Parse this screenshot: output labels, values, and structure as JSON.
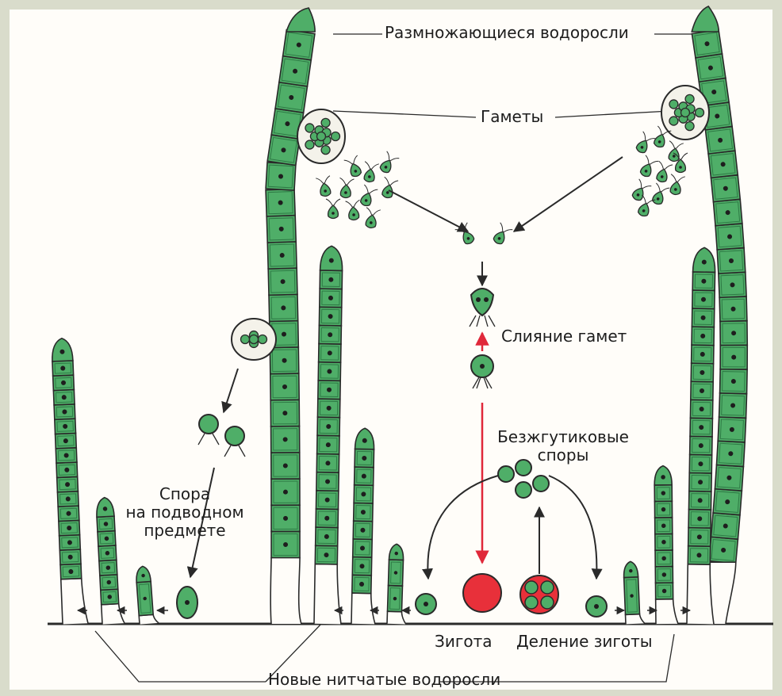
{
  "labels": {
    "reproducing_algae": "Размножающиеся водоросли",
    "gametes": "Гаметы",
    "gamete_fusion": "Слияние гамет",
    "flagellaless_spores_line1": "Безжгутиковые",
    "flagellaless_spores_line2": "споры",
    "spore_line1": "Спора",
    "spore_line2": "на подводном",
    "spore_line3": "предмете",
    "zygote": "Зигота",
    "zygote_division": "Деление зиготы",
    "new_filamentous_algae": "Новые нитчатые водоросли"
  },
  "colors": {
    "frame": "#d9dccb",
    "page": "#fffdf9",
    "cell_fill": "#4fae68",
    "cell_dark": "#2e7a45",
    "outline": "#2a2a2a",
    "zygote": "#e8303a",
    "arrow_red": "#e0283a"
  }
}
